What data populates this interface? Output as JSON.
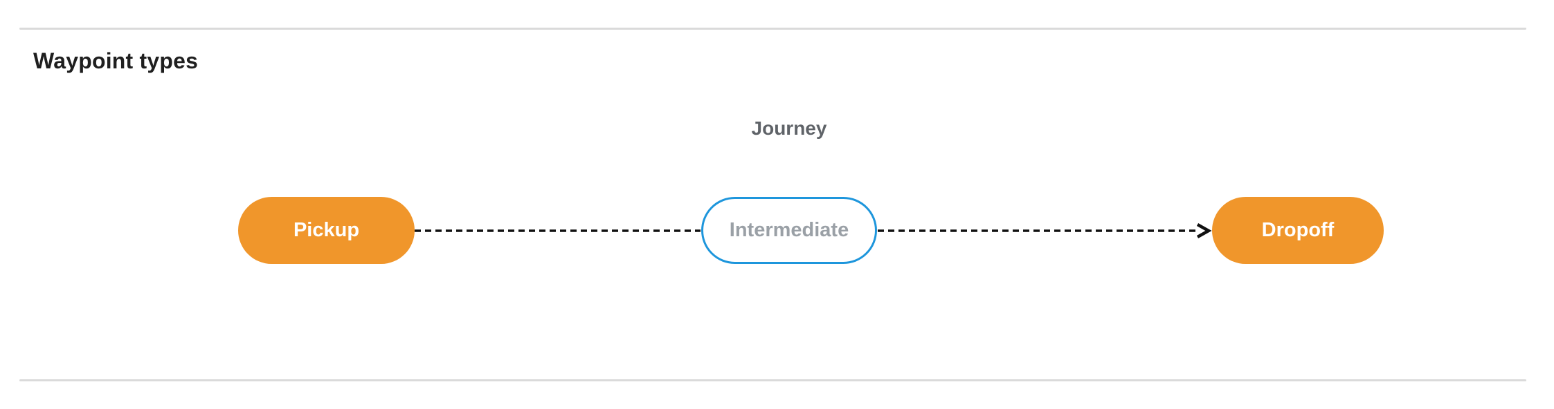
{
  "page": {
    "title": "Waypoint types"
  },
  "diagram": {
    "label": "Journey",
    "nodes": [
      {
        "id": "pickup",
        "label": "Pickup",
        "type": "terminal"
      },
      {
        "id": "intermediate",
        "label": "Intermediate",
        "type": "intermediate"
      },
      {
        "id": "dropoff",
        "label": "Dropoff",
        "type": "terminal"
      }
    ],
    "connections": [
      {
        "from": "pickup",
        "to": "intermediate",
        "style": "dashed",
        "arrow": false
      },
      {
        "from": "intermediate",
        "to": "dropoff",
        "style": "dashed",
        "arrow": true
      }
    ]
  },
  "colors": {
    "terminal_fill": "#F0962B",
    "terminal_text": "#FFFFFF",
    "intermediate_border": "#1E96DC",
    "intermediate_text": "#9AA0A6",
    "journey_label": "#5F6368",
    "title_text": "#1F1F1F",
    "connector": "#111111",
    "divider": "#DADADA",
    "page_bg": "#FFFFFF"
  }
}
